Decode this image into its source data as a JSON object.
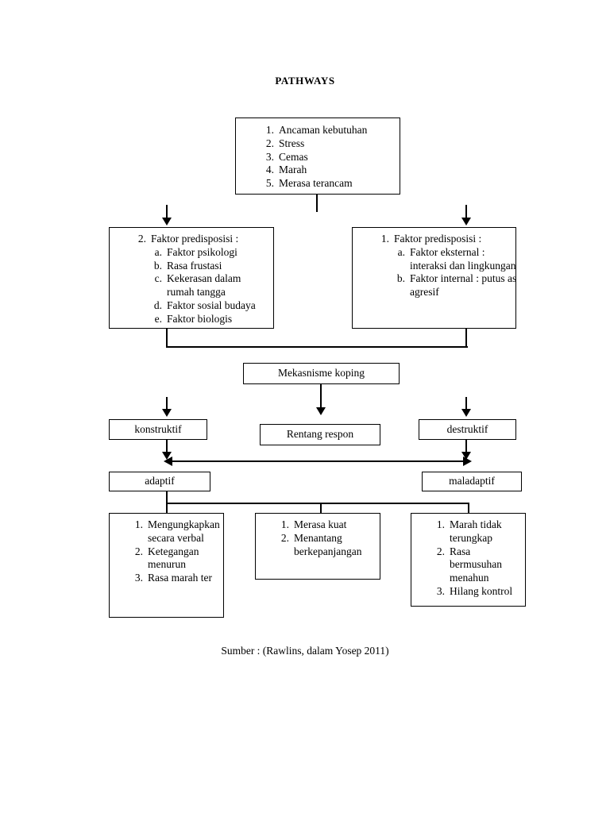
{
  "page": {
    "title": "PATHWAYS",
    "source": "Sumber : (Rawlins, dalam Yosep 2011)"
  },
  "nodes": {
    "triggers": {
      "items": [
        {
          "marker": "1.",
          "text": "Ancaman kebutuhan"
        },
        {
          "marker": "2.",
          "text": "Stress"
        },
        {
          "marker": "3.",
          "text": "Cemas"
        },
        {
          "marker": "4.",
          "text": "Marah"
        },
        {
          "marker": "5.",
          "text": "Merasa terancam"
        }
      ]
    },
    "predisposisi_2": {
      "marker": "2.",
      "heading": "Faktor predisposisi :",
      "items": [
        {
          "marker": "a.",
          "text": "Faktor psikologi"
        },
        {
          "marker": "b.",
          "text": "Rasa frustasi"
        },
        {
          "marker": "c.",
          "text": "Kekerasan dalam rumah tangga"
        },
        {
          "marker": "d.",
          "text": "Faktor sosial budaya"
        },
        {
          "marker": "e.",
          "text": "Faktor biologis"
        }
      ]
    },
    "predisposisi_1": {
      "marker": "1.",
      "heading": "Faktor predisposisi :",
      "items": [
        {
          "marker": "a.",
          "text": "Faktor eksternal : interaksi dan lingkungan"
        },
        {
          "marker": "b.",
          "text": "Faktor internal : putus asa, agresif"
        }
      ]
    },
    "mekanisme_koping": {
      "label": "Mekasnisme koping"
    },
    "konstruktif": {
      "label": "konstruktif"
    },
    "rentang_respon": {
      "label": "Rentang respon"
    },
    "destruktif": {
      "label": "destruktif"
    },
    "adaptif": {
      "label": "adaptif"
    },
    "maladaptif": {
      "label": "maladaptif"
    },
    "outcome_adaptif": {
      "items": [
        {
          "marker": "1.",
          "text": "Mengungkapkan secara verbal"
        },
        {
          "marker": "2.",
          "text": "Ketegangan menurun"
        },
        {
          "marker": "3.",
          "text": "Rasa marah ter"
        }
      ]
    },
    "outcome_middle": {
      "items": [
        {
          "marker": "1.",
          "text": "Merasa kuat"
        },
        {
          "marker": "2.",
          "text": "Menantang berkepanjangan"
        }
      ]
    },
    "outcome_maladaptif": {
      "items": [
        {
          "marker": "1.",
          "text": "Marah tidak terungkap"
        },
        {
          "marker": "2.",
          "text": "Rasa bermusuhan menahun"
        },
        {
          "marker": "3.",
          "text": "Hilang kontrol"
        }
      ]
    }
  },
  "colors": {
    "stroke": "#000000",
    "background": "#ffffff",
    "text": "#000000"
  }
}
